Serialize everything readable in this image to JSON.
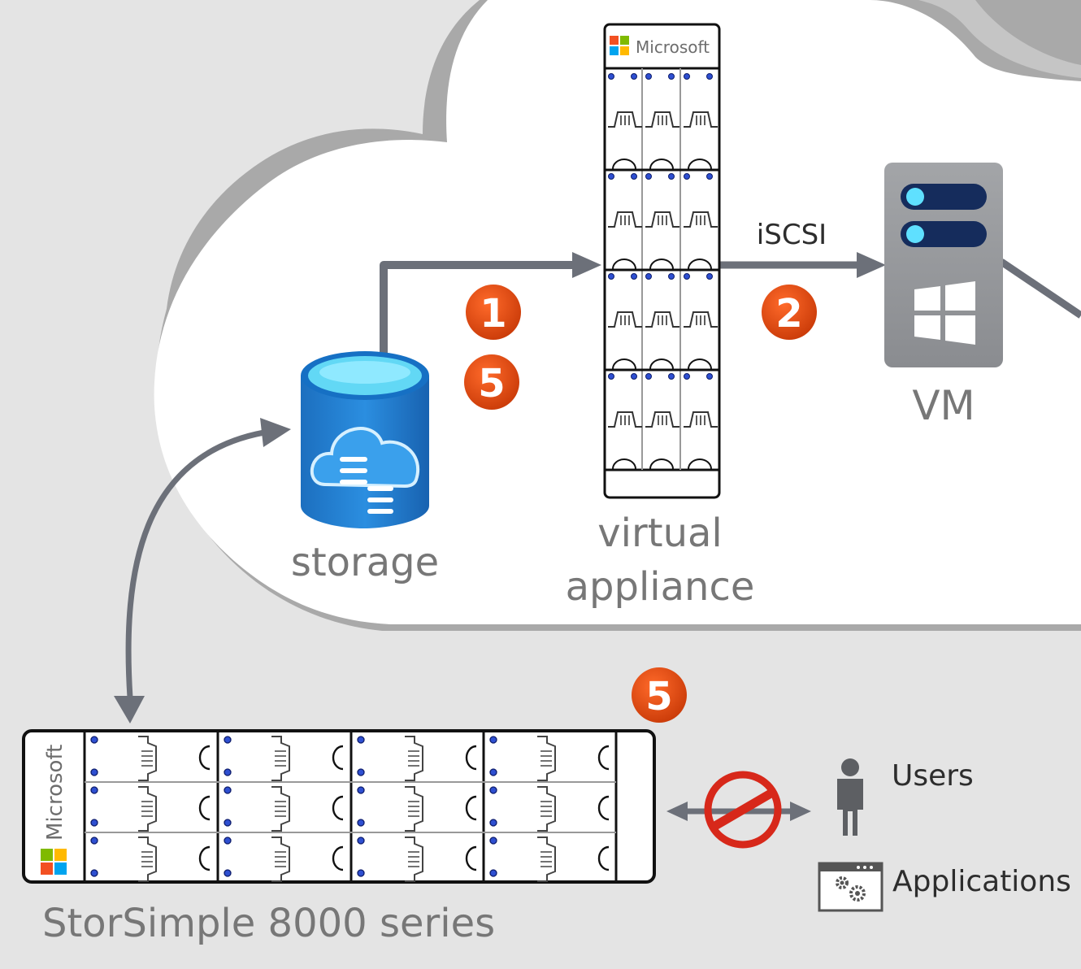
{
  "labels": {
    "storage": "storage",
    "virtual_appliance_line1": "virtual",
    "virtual_appliance_line2": "appliance",
    "vm": "VM",
    "iscsi": "iSCSI",
    "storsimple": "StorSimple 8000 series",
    "users": "Users",
    "applications": "Applications",
    "appliance_brand": "Microsoft",
    "device_brand": "Microsoft"
  },
  "badges": {
    "step_1": "1",
    "step_5_cloud": "5",
    "step_2": "2",
    "step_5_device": "5"
  },
  "icons": {
    "storage": "azure-storage-cloud-icon",
    "virtual_appliance": "server-rack-icon",
    "vm": "windows-vm-icon",
    "device": "storsimple-device-icon",
    "blocked": "no-access-icon",
    "users": "person-icon",
    "applications": "app-window-gears-icon"
  },
  "colors": {
    "background": "#e4e4e4",
    "cloud_fill": "#ffffff",
    "cloud_shadow": "#a9a9a9",
    "arrow": "#6c7079",
    "badge": "#e04a0e",
    "storage_blue": "#1b79cf",
    "vm_gray": "#8f9194",
    "vm_navy": "#152c5c",
    "vm_cyan": "#5fe0ff",
    "no_access_red": "#d7281a"
  }
}
